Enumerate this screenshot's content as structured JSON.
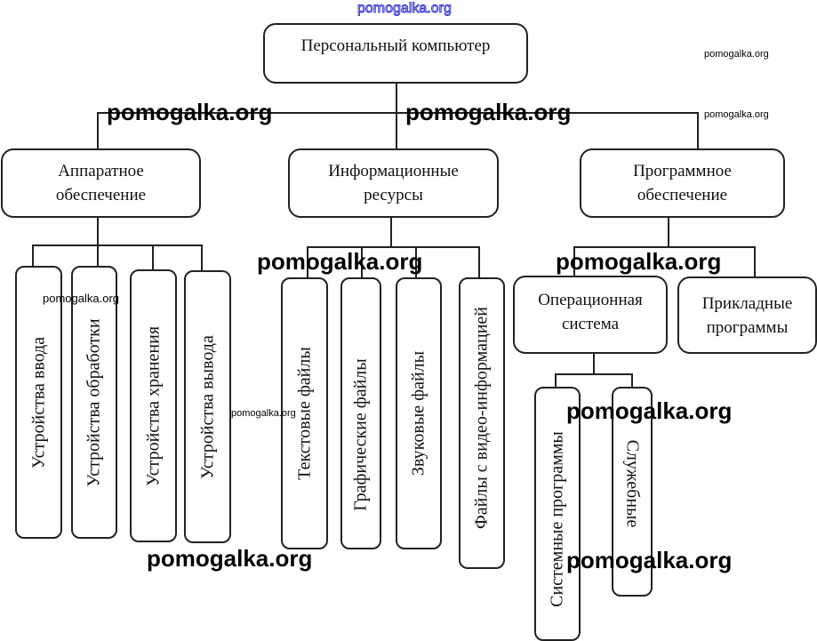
{
  "root": {
    "label": "Персональный компьютер"
  },
  "level1": [
    {
      "label_line1": "Аппаратное",
      "label_line2": "обеспечение"
    },
    {
      "label_line1": "Информационные",
      "label_line2": "ресурсы"
    },
    {
      "label_line1": "Программное",
      "label_line2": "обеспечение"
    }
  ],
  "hardware": [
    {
      "label": "Устройства ввода"
    },
    {
      "label": "Устройства обработки"
    },
    {
      "label": "Устройства хранения"
    },
    {
      "label": "Устройства вывода"
    }
  ],
  "resources": [
    {
      "label": "Текстовые файлы"
    },
    {
      "label": "Графические файлы"
    },
    {
      "label": "Звуковые файлы"
    },
    {
      "label": "Файлы с видео-информацией"
    }
  ],
  "software": [
    {
      "label_line1": "Операционная",
      "label_line2": "система"
    },
    {
      "label_line1": "Прикладные",
      "label_line2": "программы"
    }
  ],
  "os_children": [
    {
      "label": "Системные программы"
    },
    {
      "label": "Служебные"
    }
  ],
  "watermarks": {
    "text": "pomogalka.org"
  }
}
